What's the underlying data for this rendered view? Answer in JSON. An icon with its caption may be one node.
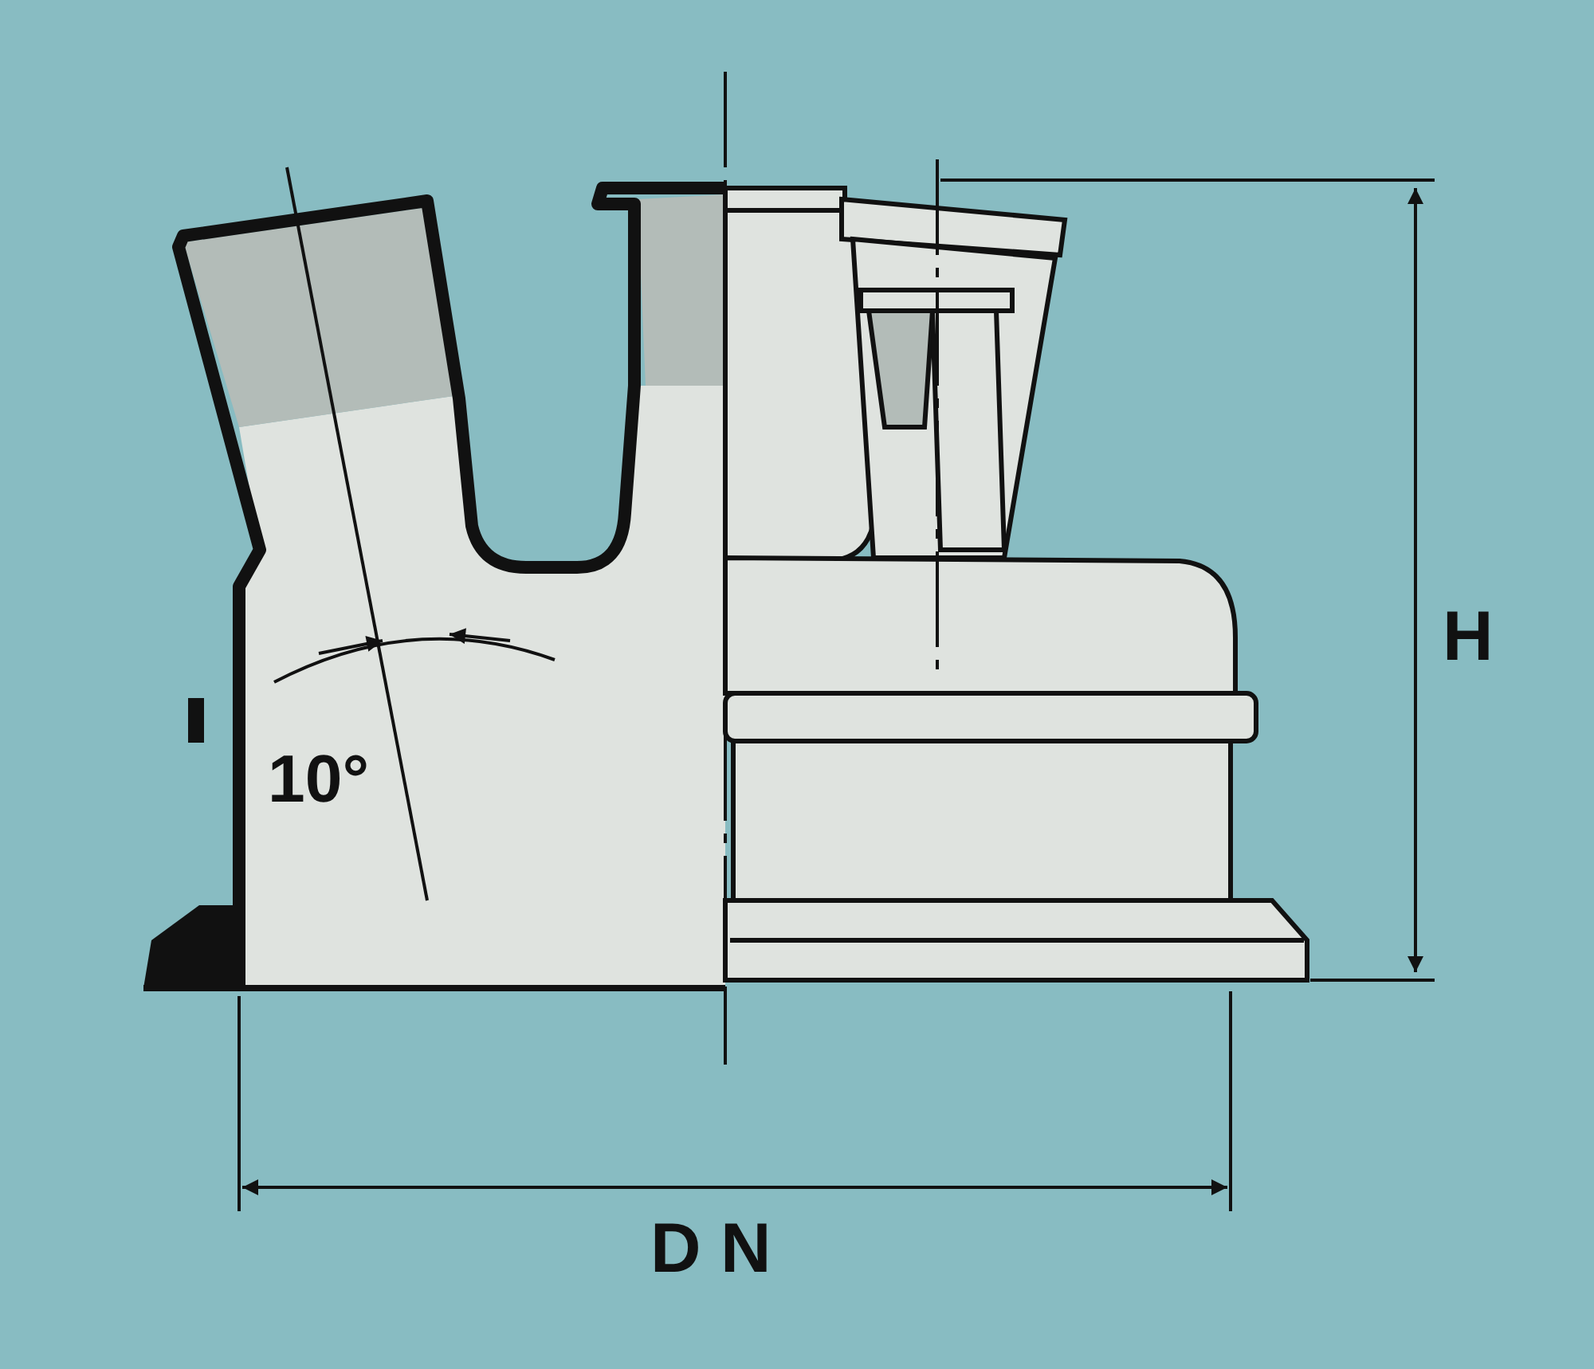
{
  "diagram": {
    "labels": [
      "10°",
      "H",
      "D N"
    ]
  }
}
